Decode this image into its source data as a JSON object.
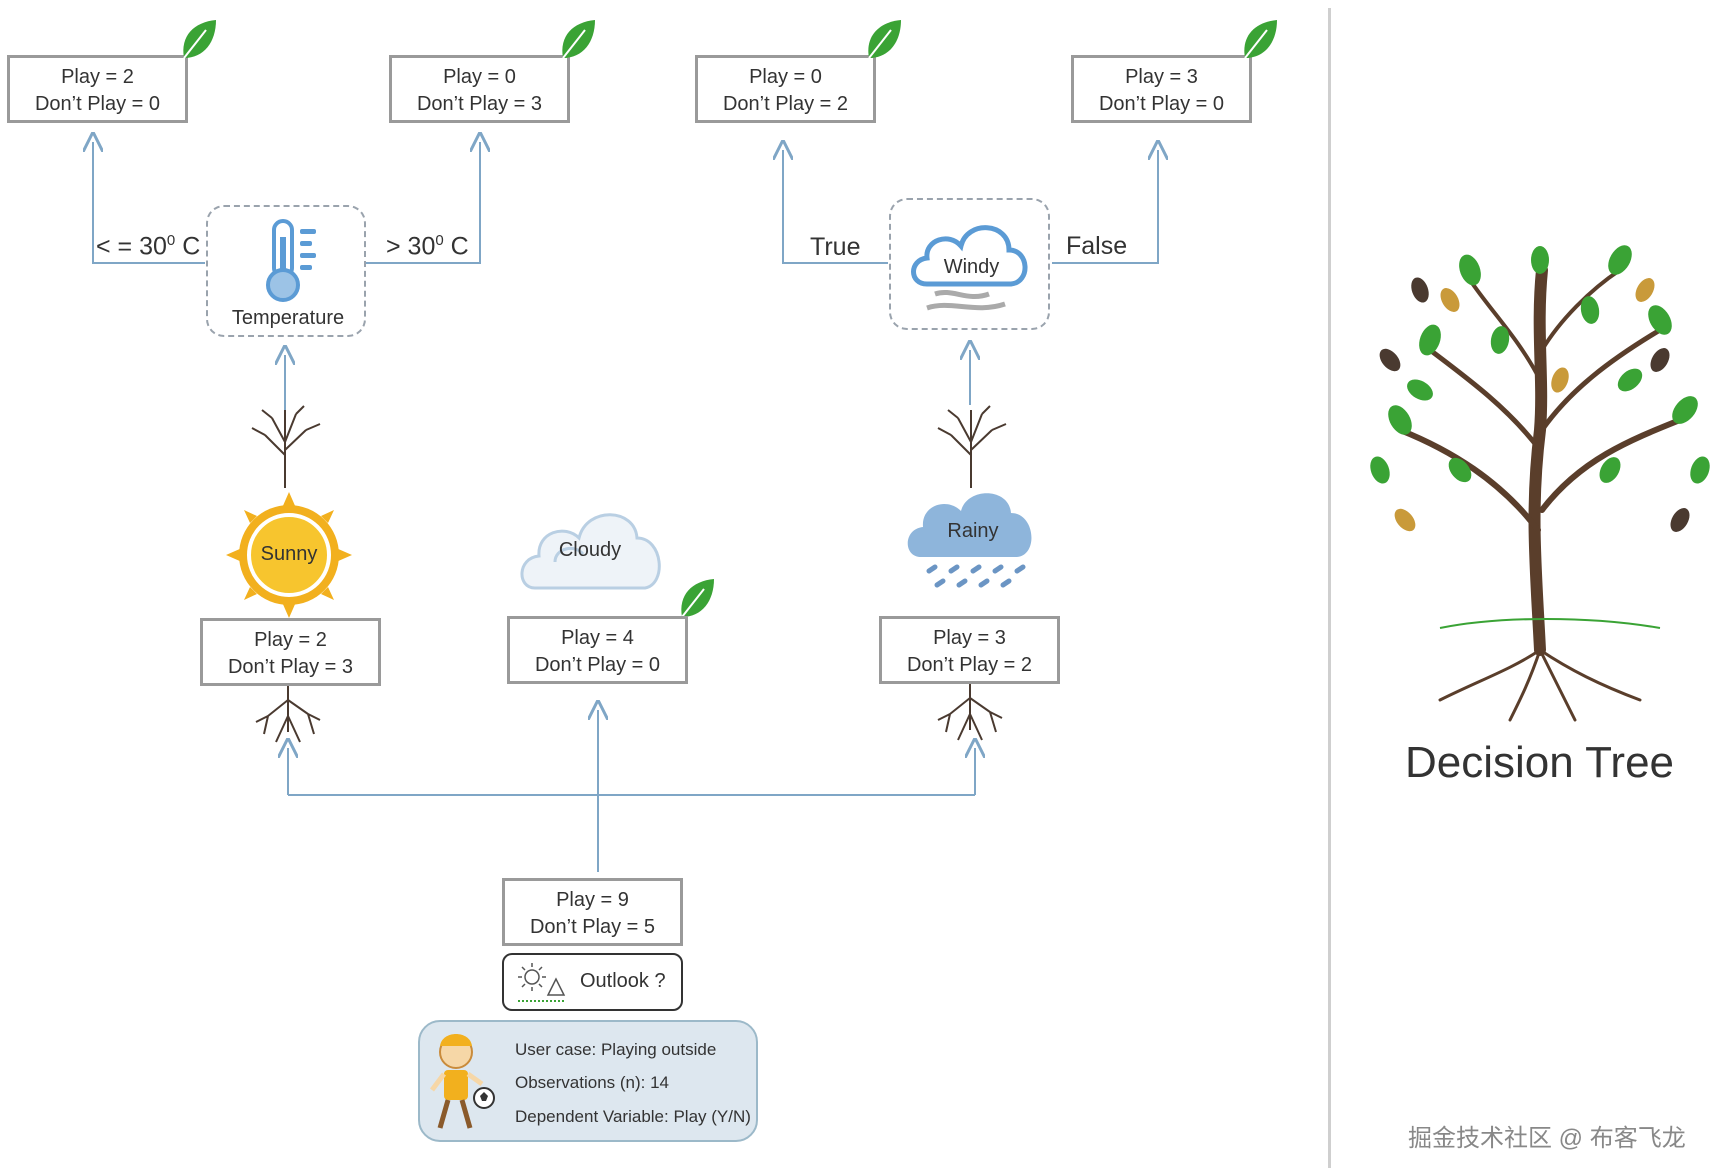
{
  "root": {
    "play": "Play = 9",
    "dont_play": "Don’t Play = 5"
  },
  "outlook_label": "Outlook ?",
  "use_case": {
    "line1": "User case: Playing outside",
    "line2": "Observations (n): 14",
    "line3": "Dependent Variable: Play (Y/N)"
  },
  "branches": {
    "sunny": {
      "label": "Sunny",
      "play": "Play = 2",
      "dont_play": "Don’t Play = 3"
    },
    "cloudy": {
      "label": "Cloudy",
      "play": "Play = 4",
      "dont_play": "Don’t Play = 0"
    },
    "rainy": {
      "label": "Rainy",
      "play": "Play = 3",
      "dont_play": "Don’t Play = 2"
    }
  },
  "temperature": {
    "label": "Temperature",
    "low_prefix": "< = 30",
    "high_prefix": "> 30",
    "degree": "0",
    "unit": " C",
    "low_leaf": {
      "play": "Play = 2",
      "dont_play": "Don’t Play = 0"
    },
    "high_leaf": {
      "play": "Play = 0",
      "dont_play": "Don’t Play = 3"
    }
  },
  "windy": {
    "label": "Windy",
    "true_label": "True",
    "false_label": "False",
    "true_leaf": {
      "play": "Play = 0",
      "dont_play": "Don’t Play = 2"
    },
    "false_leaf": {
      "play": "Play = 3",
      "dont_play": "Don’t Play = 0"
    }
  },
  "title": "Decision Tree",
  "watermark": "掘金技术社区 @ 布客飞龙",
  "colors": {
    "connector": "#7fa6c6",
    "leaf_green": "#3aa335",
    "sun": "#f2b01e",
    "rain_cloud": "#8eb5db",
    "box_border": "#9a9a9a",
    "trunk": "#5a3e2b"
  },
  "icons": [
    "leaf-icon",
    "thermometer-icon",
    "cloud-icon",
    "sun-icon",
    "rain-icon",
    "bare-tree-icon",
    "roots-icon",
    "kid-icon",
    "ball-icon",
    "tree-illustration"
  ]
}
